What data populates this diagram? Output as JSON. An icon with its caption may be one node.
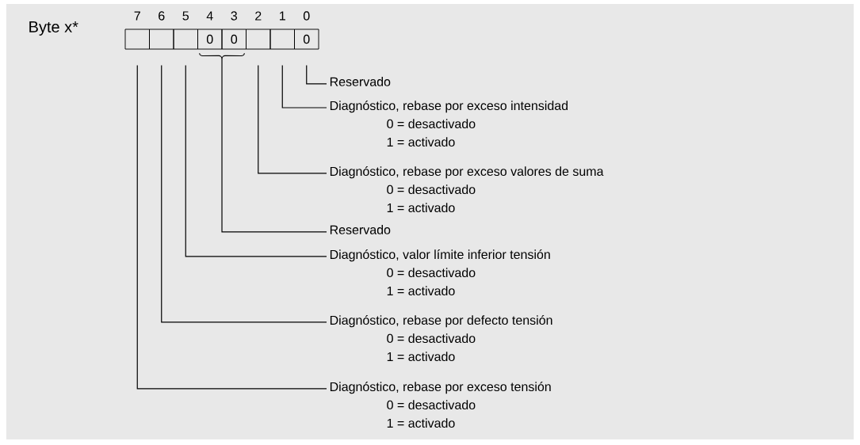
{
  "diagram": {
    "nodes": [
      {
        "text": [],
        "shape": "box"
      },
      {
        "text": [],
        "shape": "box"
      },
      {
        "text": [],
        "shape": "box"
      },
      {
        "text": [
          "0"
        ]
      },
      {
        "text": [
          "0"
        ]
      },
      {
        "text": [],
        "shape": "box"
      },
      {
        "text": [],
        "shape": "box"
      },
      {
        "text": [
          "0"
        ]
      },
      {
        "text": [
          "Reservado"
        ]
      },
      {
        "text": [
          "Diagnóstico, rebase por exceso intensidad",
          "0 = desactivado",
          "1 = activado"
        ]
      },
      {
        "text": [
          "Diagnóstico, rebase por exceso valores de suma",
          "0 = desactivado",
          "1 = activado"
        ]
      },
      {
        "text": [
          "Reservado"
        ]
      },
      {
        "text": [
          "Diagnóstico, valor límite inferior tensión",
          "0 = desactivado",
          "1 = activado"
        ]
      },
      {
        "text": [
          "Diagnóstico, rebase por defecto tensión",
          "0 = desactivado",
          "1 = activado"
        ]
      },
      {
        "text": [
          "Diagnóstico, rebase por exceso tensión",
          "0 = desactivado",
          "1 = activado"
        ]
      }
    ],
    "edges": [
      {
        "from": 7,
        "to": 8,
        "arrow": "none"
      },
      {
        "from": 6,
        "to": 9,
        "arrow": "none"
      },
      {
        "from": 5,
        "to": 10,
        "arrow": "none"
      },
      {
        "from": 3,
        "to": 11,
        "arrow": "none"
      },
      {
        "from": 4,
        "to": 11,
        "arrow": "none"
      },
      {
        "from": 2,
        "to": 12,
        "arrow": "none"
      },
      {
        "from": 1,
        "to": 13,
        "arrow": "none"
      },
      {
        "from": 0,
        "to": 14,
        "arrow": "none"
      }
    ],
    "labels": [
      "Byte x*",
      "7",
      "6",
      "5",
      "4",
      "3",
      "2",
      "1",
      "0"
    ]
  }
}
